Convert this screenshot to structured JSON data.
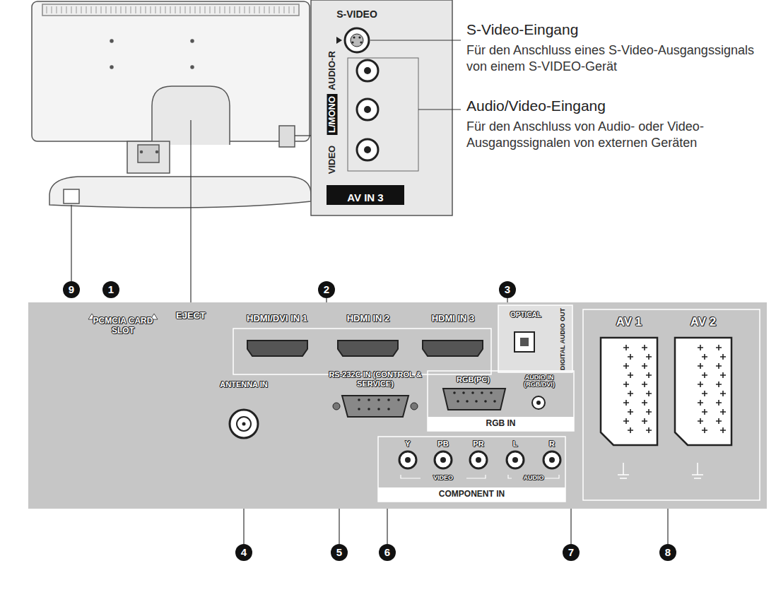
{
  "diagram": {
    "nodes": [
      {
        "text": [
          "S-VIDEO",
          "VIDEO",
          "L/MONO",
          "AUDIO-R"
        ]
      },
      {
        "text": [
          "AV IN 3"
        ],
        "in": 0
      },
      {
        "text": [
          "PCMCIA CARD SLOT",
          "EJECT",
          "ANTENNA IN",
          "RS-232C IN (CONTROL & SERVICE)"
        ]
      },
      {
        "text": [
          "HDMI/DVI IN 1",
          "HDMI IN 2",
          "HDMI IN 3"
        ],
        "in": 2
      },
      {
        "text": [
          "OPTICAL",
          "DIGITAL AUDIO OUT"
        ],
        "in": 2
      },
      {
        "text": [
          "RGB(PC)",
          "AUDIO IN (RGB/DVI)",
          "RGB IN"
        ],
        "in": 2
      },
      {
        "text": [
          "Y",
          "PB",
          "PR",
          "L",
          "R",
          "VIDEO",
          "AUDIO",
          "COMPONENT IN"
        ],
        "in": 2
      },
      {
        "text": [
          "AV 1",
          "AV 2"
        ],
        "in": 2
      }
    ],
    "labels": [
      "S-Video-Eingang",
      "Für den Anschluss eines S-Video-Ausgangssignals von einem S-VIDEO-Gerät",
      "Audio/Video-Eingang",
      "Für den Anschluss von Audio- oder Video-Ausgangssignalen von externen Geräten",
      "9",
      "1",
      "2",
      "3",
      "4",
      "5",
      "6",
      "7",
      "8"
    ]
  }
}
